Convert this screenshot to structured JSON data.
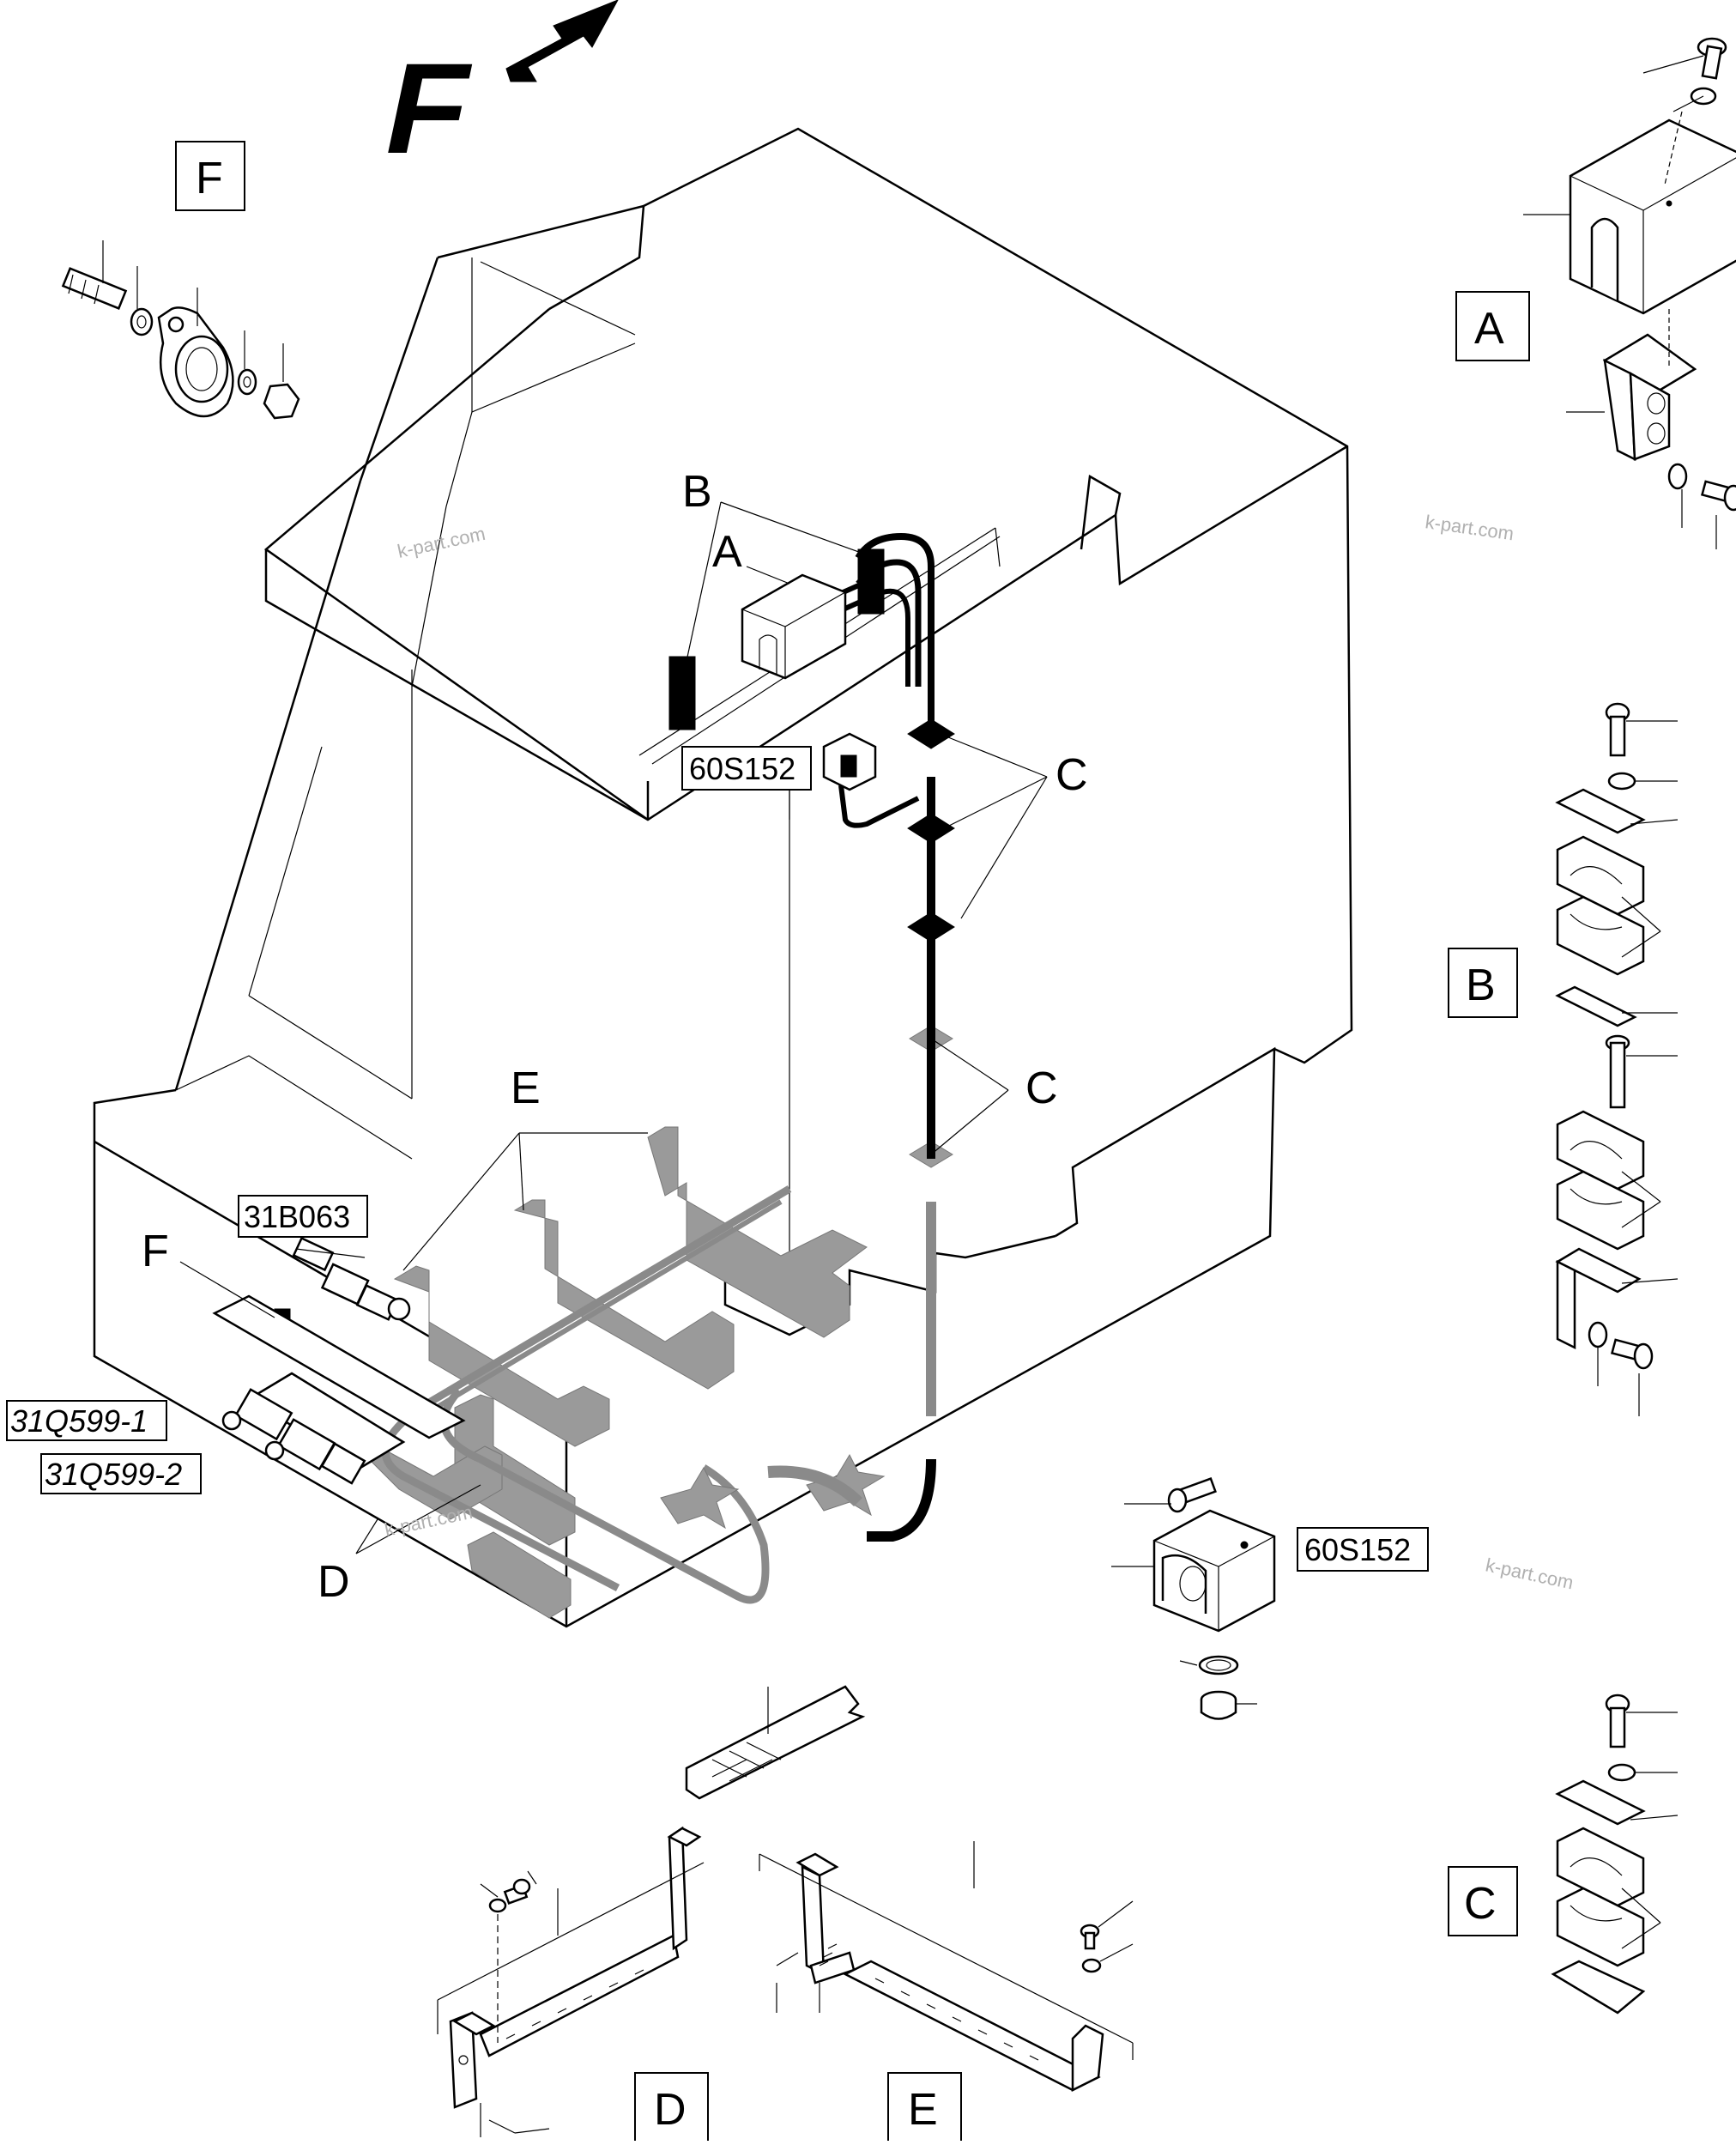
{
  "labels": {
    "view_arrow": "F",
    "detail_F": "F",
    "detail_A": "A",
    "detail_B": "B",
    "detail_C": "C",
    "detail_D": "D",
    "detail_E": "E",
    "callout_A": "A",
    "callout_B": "B",
    "callout_C_upper": "C",
    "callout_C_lower": "C",
    "callout_E": "E",
    "callout_F": "F",
    "callout_D": "D"
  },
  "part_numbers": {
    "sensor_main": "60S152",
    "sensor_detail": "60S152",
    "sensor_31b": "31B063",
    "valve_1": "31Q599-1",
    "valve_2": "31Q599-2"
  },
  "watermarks": [
    "k-part.com",
    "k-part.com",
    "k-part.com",
    "k-part.com"
  ]
}
